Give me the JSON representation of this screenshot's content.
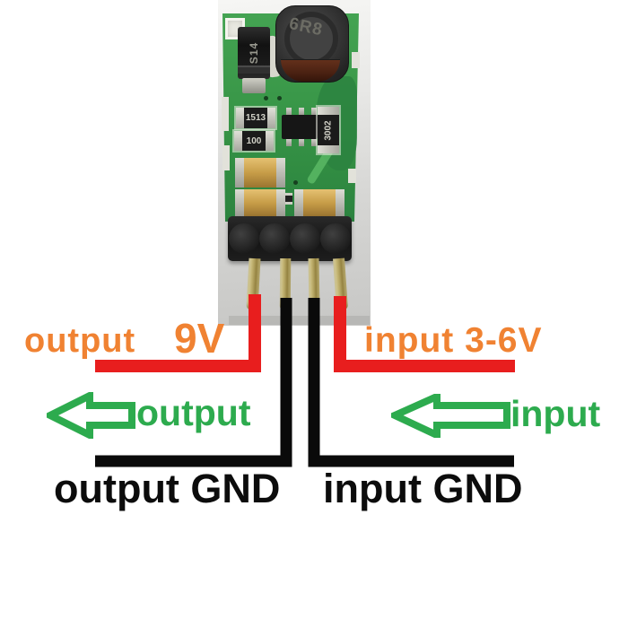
{
  "annotations": {
    "output_line_label": "output",
    "output_voltage": "9V",
    "input_line_label": "input 3-6V",
    "output_arrow_label": "output",
    "input_arrow_label": "input",
    "output_gnd_label": "output GND",
    "input_gnd_label": "input GND"
  },
  "pcb_markings": {
    "inductor": "6R8",
    "diode": "S14",
    "resistor_top": "1513",
    "resistor_mid": "100",
    "resistor_right": "3002"
  },
  "colors": {
    "annotation_orange": "#f08232",
    "annotation_green": "#2dab4e",
    "wire_red": "#e81e1e",
    "wire_black": "#0a0a0a",
    "gnd_text_black": "#0c0c0c",
    "pcb_green": "#3f9b4c"
  }
}
